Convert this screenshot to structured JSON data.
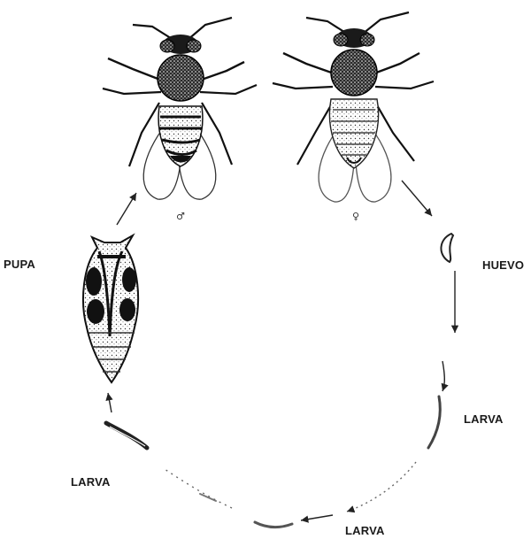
{
  "stages": {
    "pupa": "PUPA",
    "huevo": "HUEVO",
    "larva_1": "LARVA",
    "larva_2": "LARVA",
    "larva_3": "LARVA"
  },
  "sex_symbols": {
    "male": "♂",
    "female": "♀"
  },
  "colors": {
    "ink": "#1a1a1a",
    "background": "#ffffff"
  }
}
